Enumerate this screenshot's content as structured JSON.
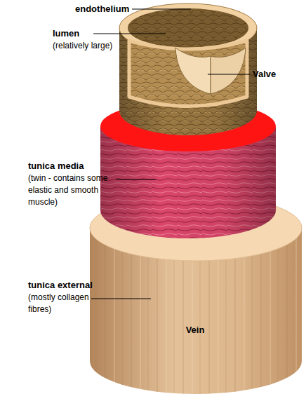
{
  "diagram": {
    "labels": [
      "endothelium",
      "lumen",
      "(relatively large)",
      "Valve",
      "tunica media",
      "(twin - contains some elastic and smooth muscle)",
      "tunica external",
      "(mostly collagen fibres)",
      "Vein"
    ]
  }
}
